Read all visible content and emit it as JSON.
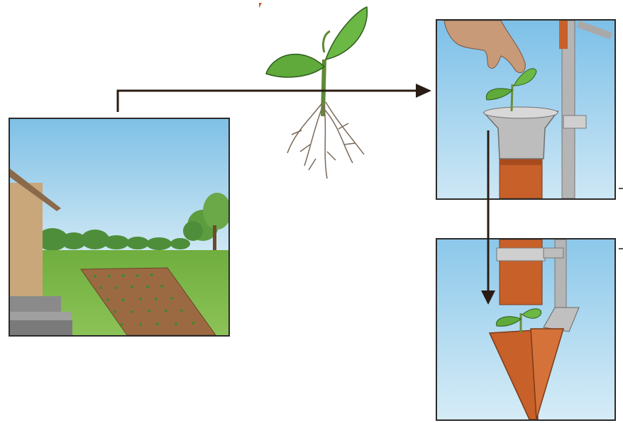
{
  "diagram": {
    "panels": [
      {
        "id": "garden",
        "content": "garden-bed-with-seedlings"
      },
      {
        "id": "insert",
        "content": "hand-placing-seedling-in-planter"
      },
      {
        "id": "release",
        "content": "planter-cone-releasing-seedling"
      }
    ],
    "arrows": [
      {
        "from": "garden",
        "to": "insert"
      },
      {
        "from": "insert",
        "to": "release"
      }
    ],
    "colors": {
      "sky": "#8fc9ea",
      "grass": "#7fb84a",
      "soil": "#a0724a",
      "planter_tube": "#c8602a",
      "metal": "#b8b8b8",
      "leaf": "#5faa3a",
      "arrow": "#2a1c14"
    }
  }
}
